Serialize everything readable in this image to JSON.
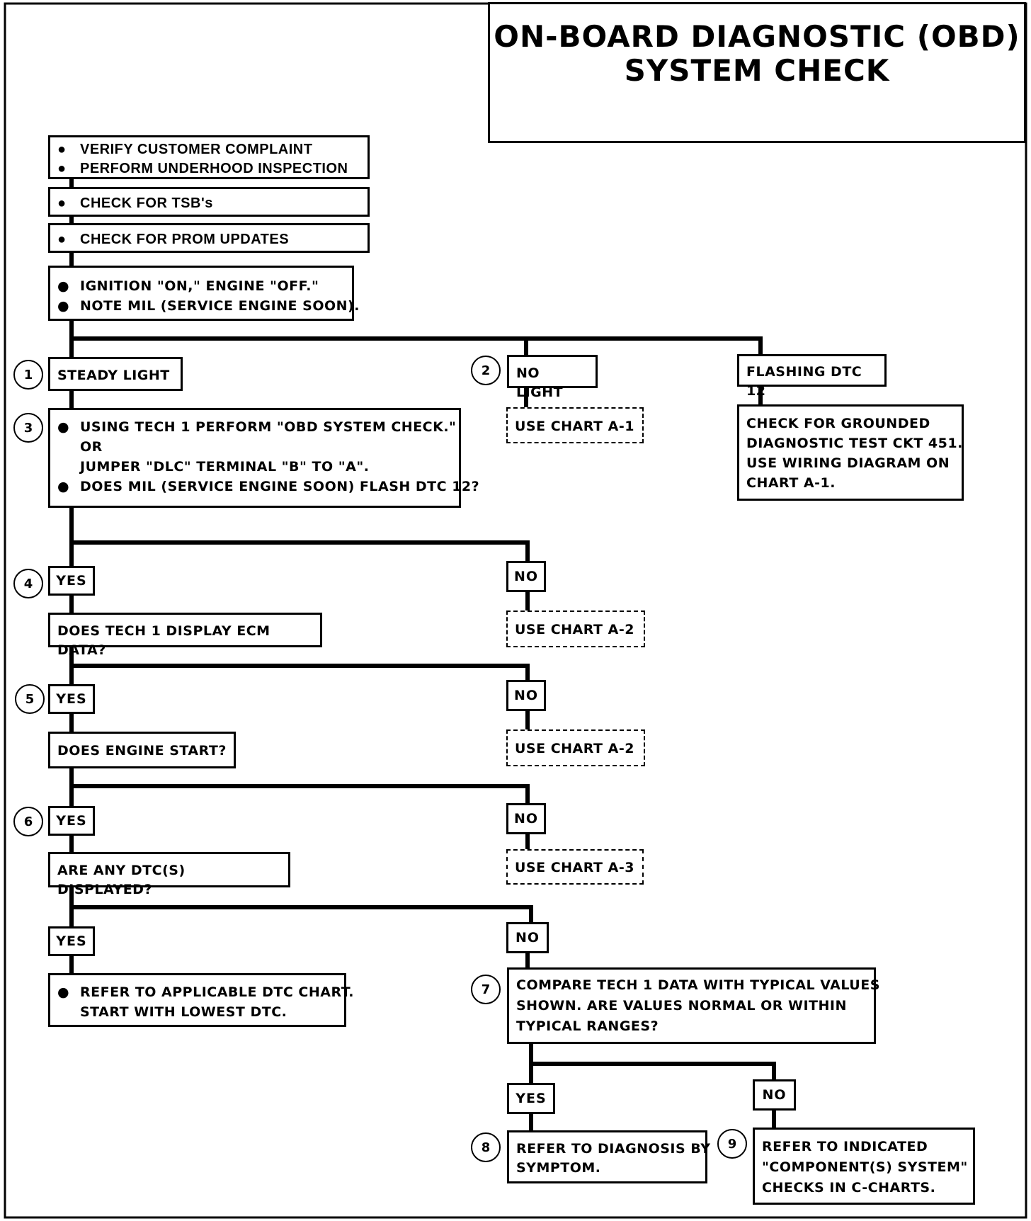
{
  "title": {
    "line1": "ON-BOARD DIAGNOSTIC (OBD)",
    "line2": "SYSTEM CHECK"
  },
  "steps": {
    "verify": [
      "VERIFY CUSTOMER COMPLAINT",
      "PERFORM UNDERHOOD INSPECTION"
    ],
    "tsb": "CHECK FOR TSB's",
    "prom": "CHECK FOR PROM UPDATES",
    "ignition": [
      "IGNITION \"ON,\" ENGINE  \"OFF.\"",
      "NOTE MIL (SERVICE ENGINE SOON)."
    ],
    "steady_light": "STEADY LIGHT",
    "no_light": "NO LIGHT",
    "flashing": "FLASHING DTC 12",
    "use_chart_a1": "USE CHART A-1",
    "grounded": [
      "CHECK FOR GROUNDED",
      "DIAGNOSTIC TEST CKT 451.",
      "USE WIRING DIAGRAM ON",
      "CHART A-1."
    ],
    "obd_check": {
      "line1": "USING TECH 1 PERFORM \"OBD SYSTEM CHECK.\"",
      "line2": "OR",
      "line3": "JUMPER \"DLC\" TERMINAL \"B\" TO \"A\".",
      "line4": "DOES MIL (SERVICE ENGINE SOON) FLASH DTC 12?"
    },
    "ecm_data": "DOES TECH 1 DISPLAY ECM DATA?",
    "use_chart_a2": "USE CHART A-2",
    "engine_start": "DOES ENGINE START?",
    "use_chart_a3": "USE CHART A-3",
    "dtc_displayed": "ARE ANY DTC(S) DISPLAYED?",
    "refer_dtc": [
      "REFER TO APPLICABLE DTC CHART.",
      "START WITH LOWEST DTC."
    ],
    "compare": [
      "COMPARE TECH 1 DATA WITH TYPICAL VALUES",
      "SHOWN.  ARE VALUES NORMAL OR WITHIN",
      "TYPICAL RANGES?"
    ],
    "refer_symptom": [
      "REFER TO DIAGNOSIS BY",
      "SYMPTOM."
    ],
    "refer_component": [
      "REFER TO INDICATED",
      "\"COMPONENT(S) SYSTEM\"",
      "CHECKS IN C-CHARTS."
    ]
  },
  "labels": {
    "yes": "YES",
    "no": "NO"
  },
  "numbers": [
    "1",
    "2",
    "3",
    "4",
    "5",
    "6",
    "7",
    "8",
    "9"
  ],
  "bullet_glyph": "●"
}
